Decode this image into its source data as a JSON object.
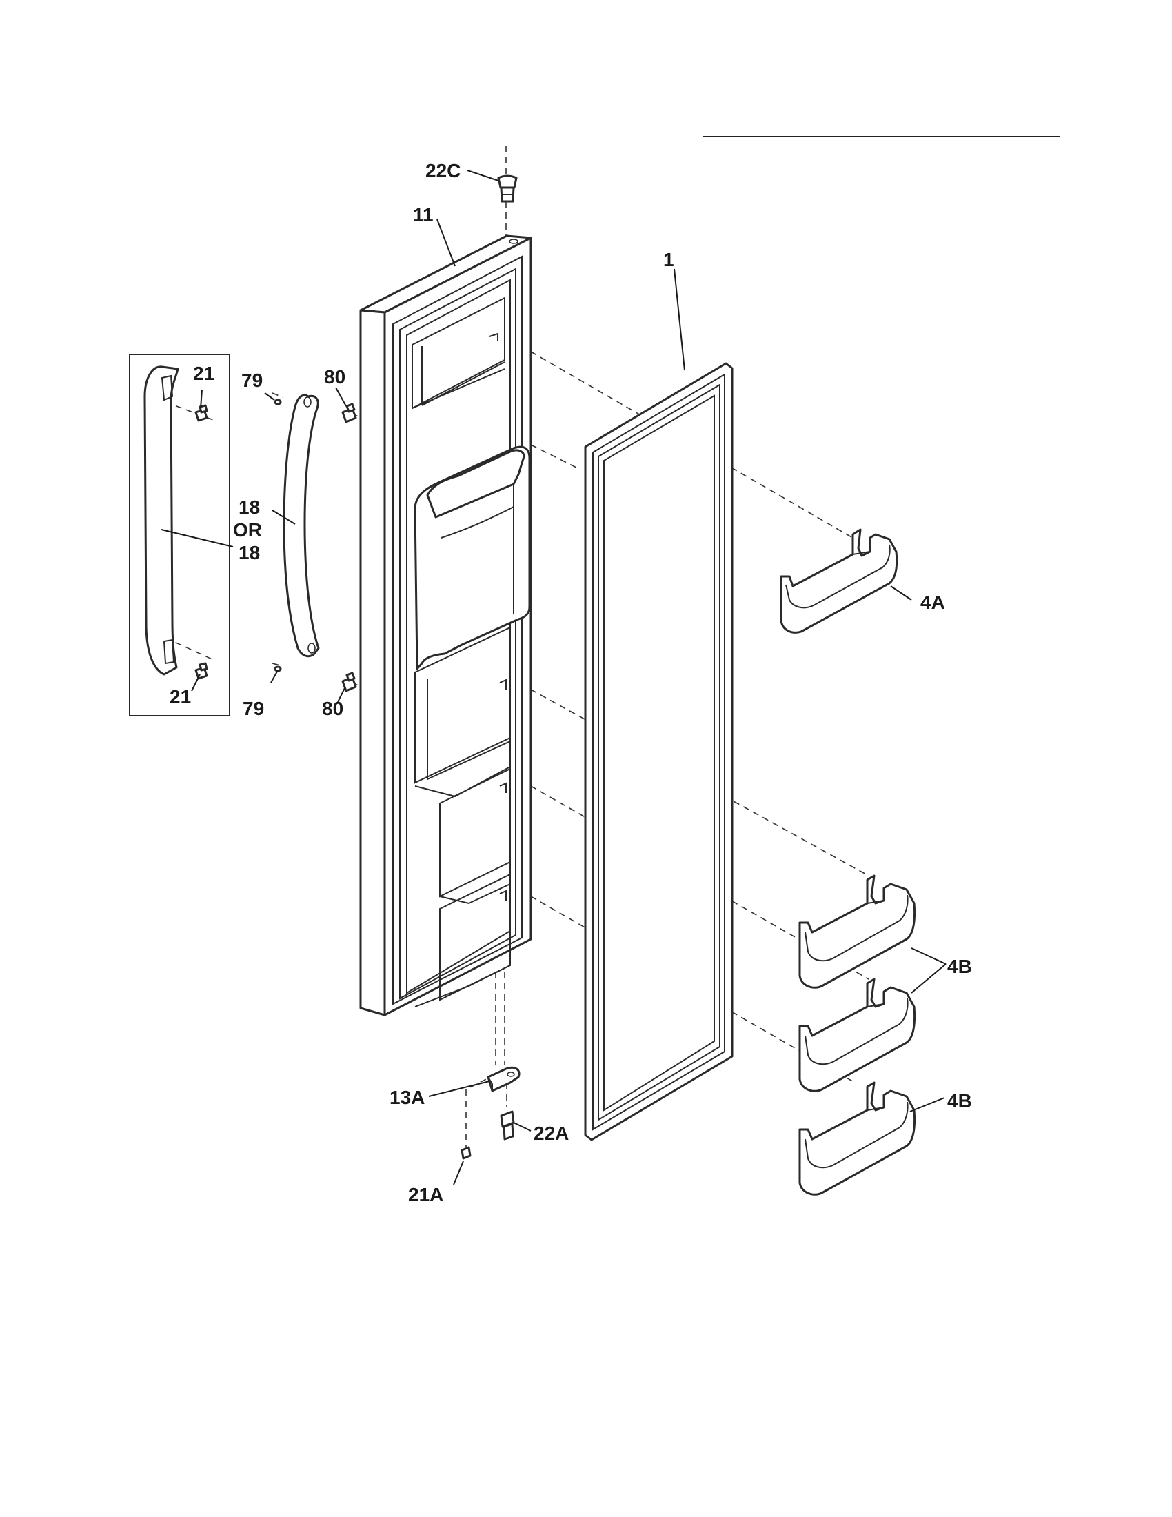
{
  "labels": {
    "l22c": "22C",
    "l11": "11",
    "l1": "1",
    "l21_top": "21",
    "l79_top": "79",
    "l80_top": "80",
    "l18_a": "18",
    "l_or": "OR",
    "l18_b": "18",
    "l4a": "4A",
    "l21_bot": "21",
    "l79_bot": "79",
    "l80_bot": "80",
    "l4b_a": "4B",
    "l4b_b": "4B",
    "l13a": "13A",
    "l22a": "22A",
    "l21a": "21A"
  },
  "colors": {
    "line": "#2a2a2a",
    "background": "#ffffff"
  }
}
